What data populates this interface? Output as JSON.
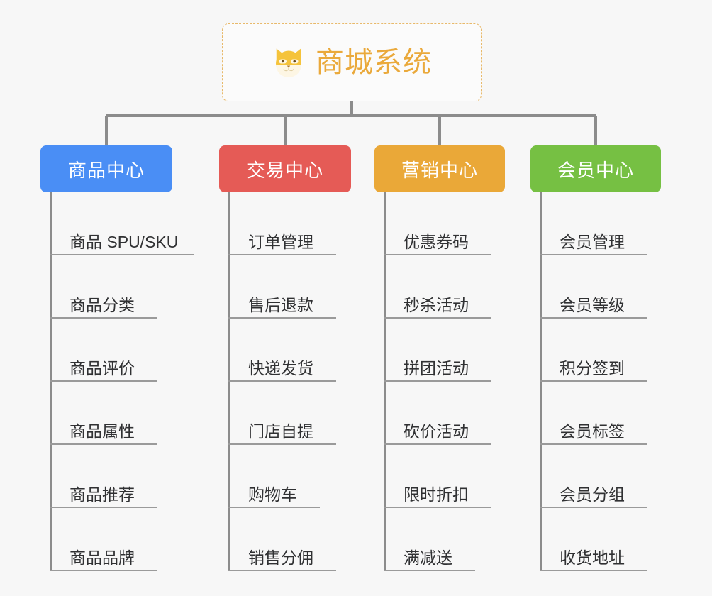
{
  "diagram": {
    "type": "mindmap",
    "root": {
      "label": "商城系统",
      "icon": "dog-face-icon",
      "border_color": "#e8b96a",
      "text_color": "#eaa93b",
      "background": "#fbfbfb"
    },
    "canvas_background": "#f7f7f7",
    "connector_color": "#8c8c8c",
    "leaf_underline_color": "#9a9a9a",
    "leaf_text_color": "#303133",
    "branches": [
      {
        "label": "商品中心",
        "color": "#4a8ef5",
        "items": [
          "商品 SPU/SKU",
          "商品分类",
          "商品评价",
          "商品属性",
          "商品推荐",
          "商品品牌"
        ]
      },
      {
        "label": "交易中心",
        "color": "#e55b56",
        "items": [
          "订单管理",
          "售后退款",
          "快递发货",
          "门店自提",
          "购物车",
          "销售分佣"
        ]
      },
      {
        "label": "营销中心",
        "color": "#eaa838",
        "items": [
          "优惠券码",
          "秒杀活动",
          "拼团活动",
          "砍价活动",
          "限时折扣",
          "满减送"
        ]
      },
      {
        "label": "会员中心",
        "color": "#76c043",
        "items": [
          "会员管理",
          "会员等级",
          "积分签到",
          "会员标签",
          "会员分组",
          "收货地址"
        ]
      }
    ]
  }
}
